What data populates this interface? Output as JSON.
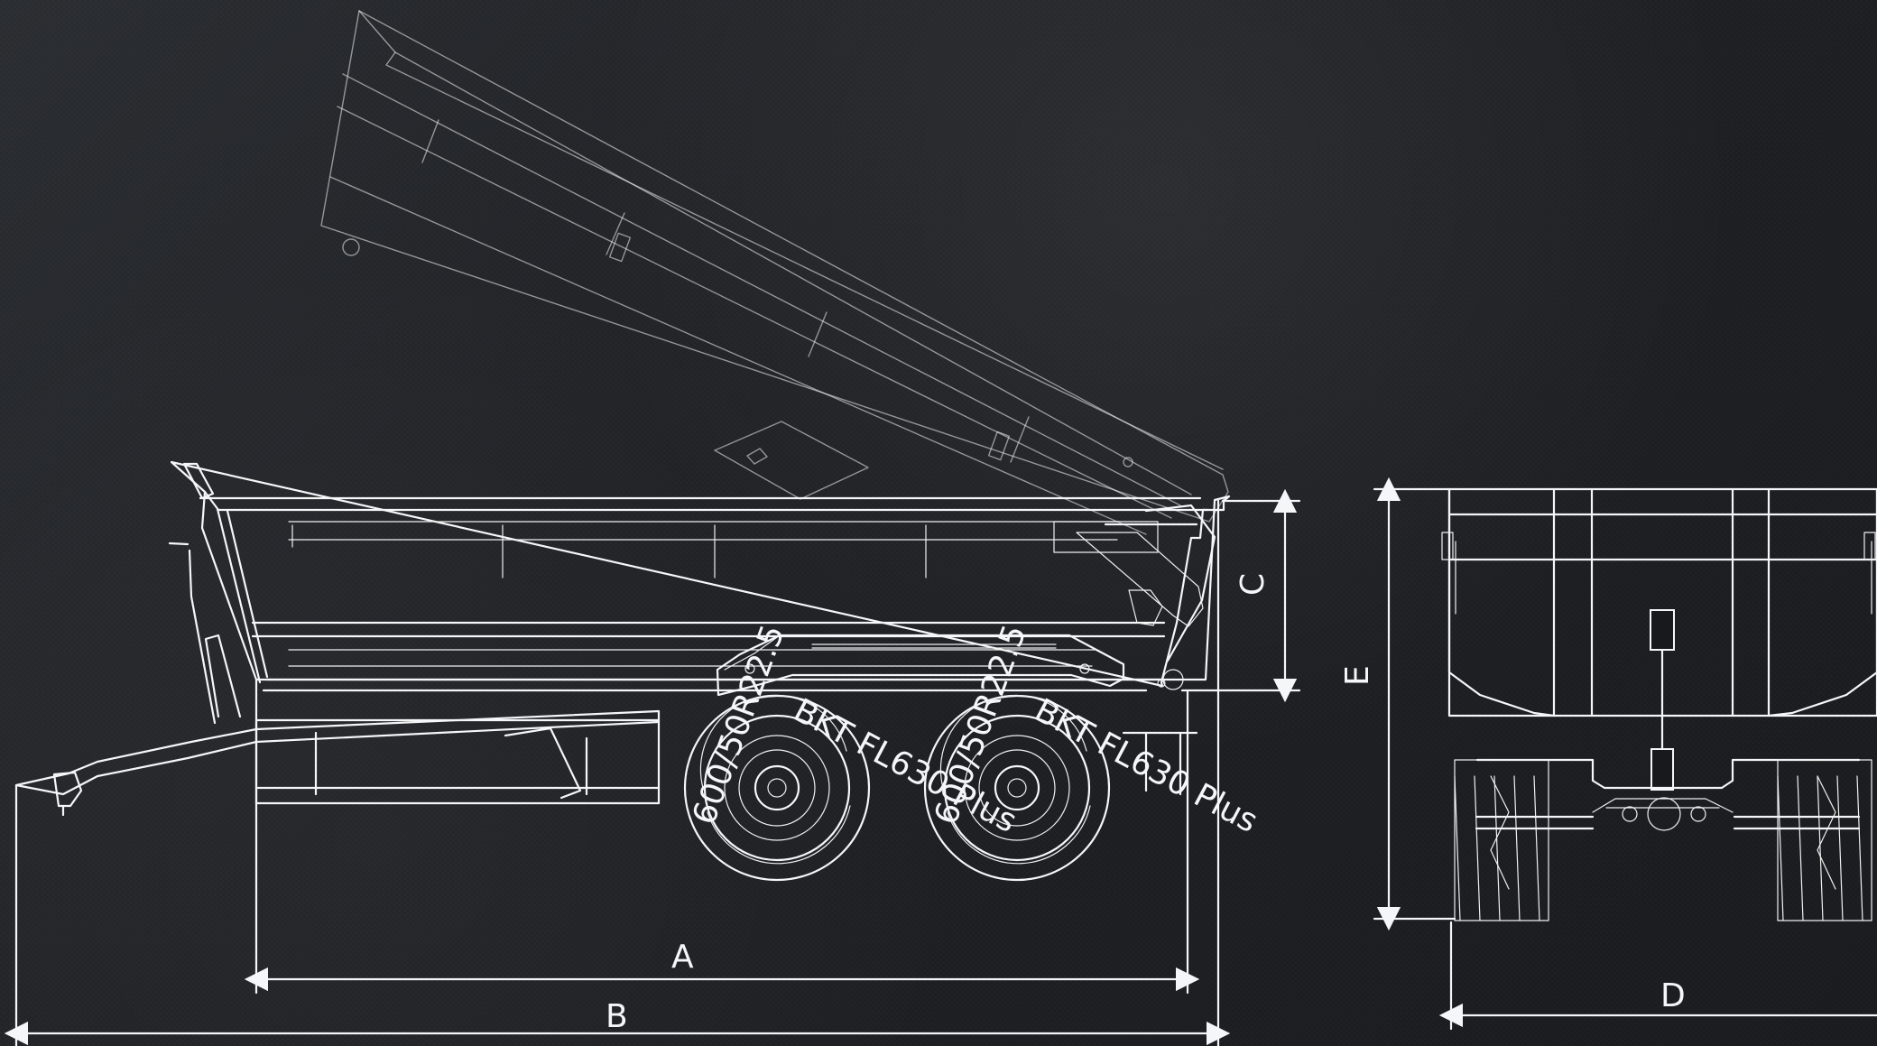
{
  "dimensions": {
    "a": "A",
    "b": "B",
    "c": "C",
    "d": "D",
    "e": "E"
  },
  "tires": {
    "left": "BKT FL630 Plus",
    "right": "BKT FL630 Plus",
    "size_left": "600/50R22.5",
    "size_right": "600/50R22.5"
  },
  "colors": {
    "background": "#1b1d20",
    "line": "#f5f6f7"
  }
}
